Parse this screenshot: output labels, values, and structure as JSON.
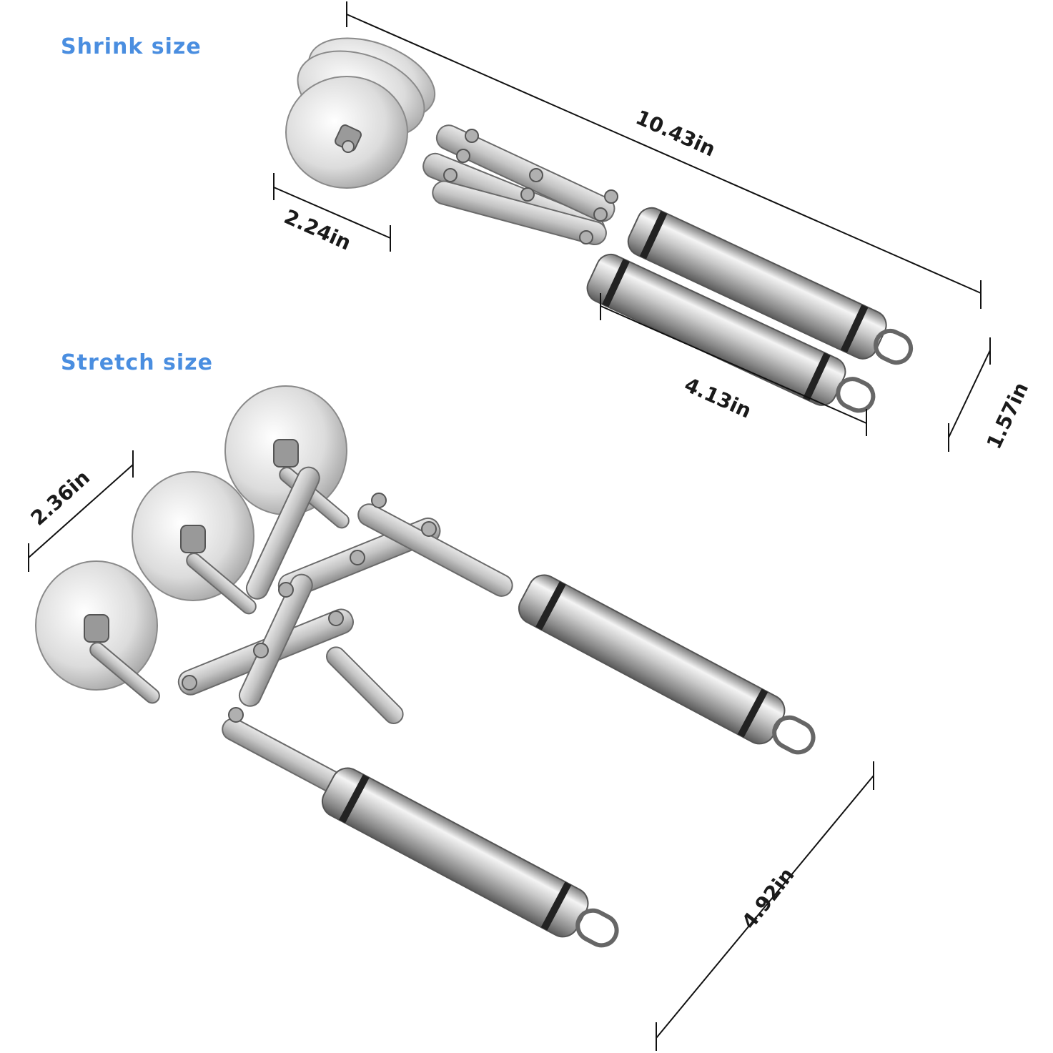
{
  "labels": {
    "shrink": "Shrink size",
    "stretch": "Stretch size"
  },
  "dimensions": {
    "shrink_length": "10.43in",
    "shrink_wheel_width": "2.24in",
    "shrink_handle_length": "4.13in",
    "handle_height": "1.57in",
    "stretch_wheel_span": "2.36in",
    "stretch_handle_span": "4.92in"
  },
  "colors": {
    "label_blue": "#4a8ee0",
    "steel_light": "#f2f2f2",
    "steel_mid": "#b8b8b8",
    "steel_dark": "#6e6e6e",
    "line": "#111111"
  },
  "icons": {
    "shrunk_cutter": "pizza-cutter-closed-icon",
    "stretched_cutter": "pizza-cutter-open-icon"
  }
}
